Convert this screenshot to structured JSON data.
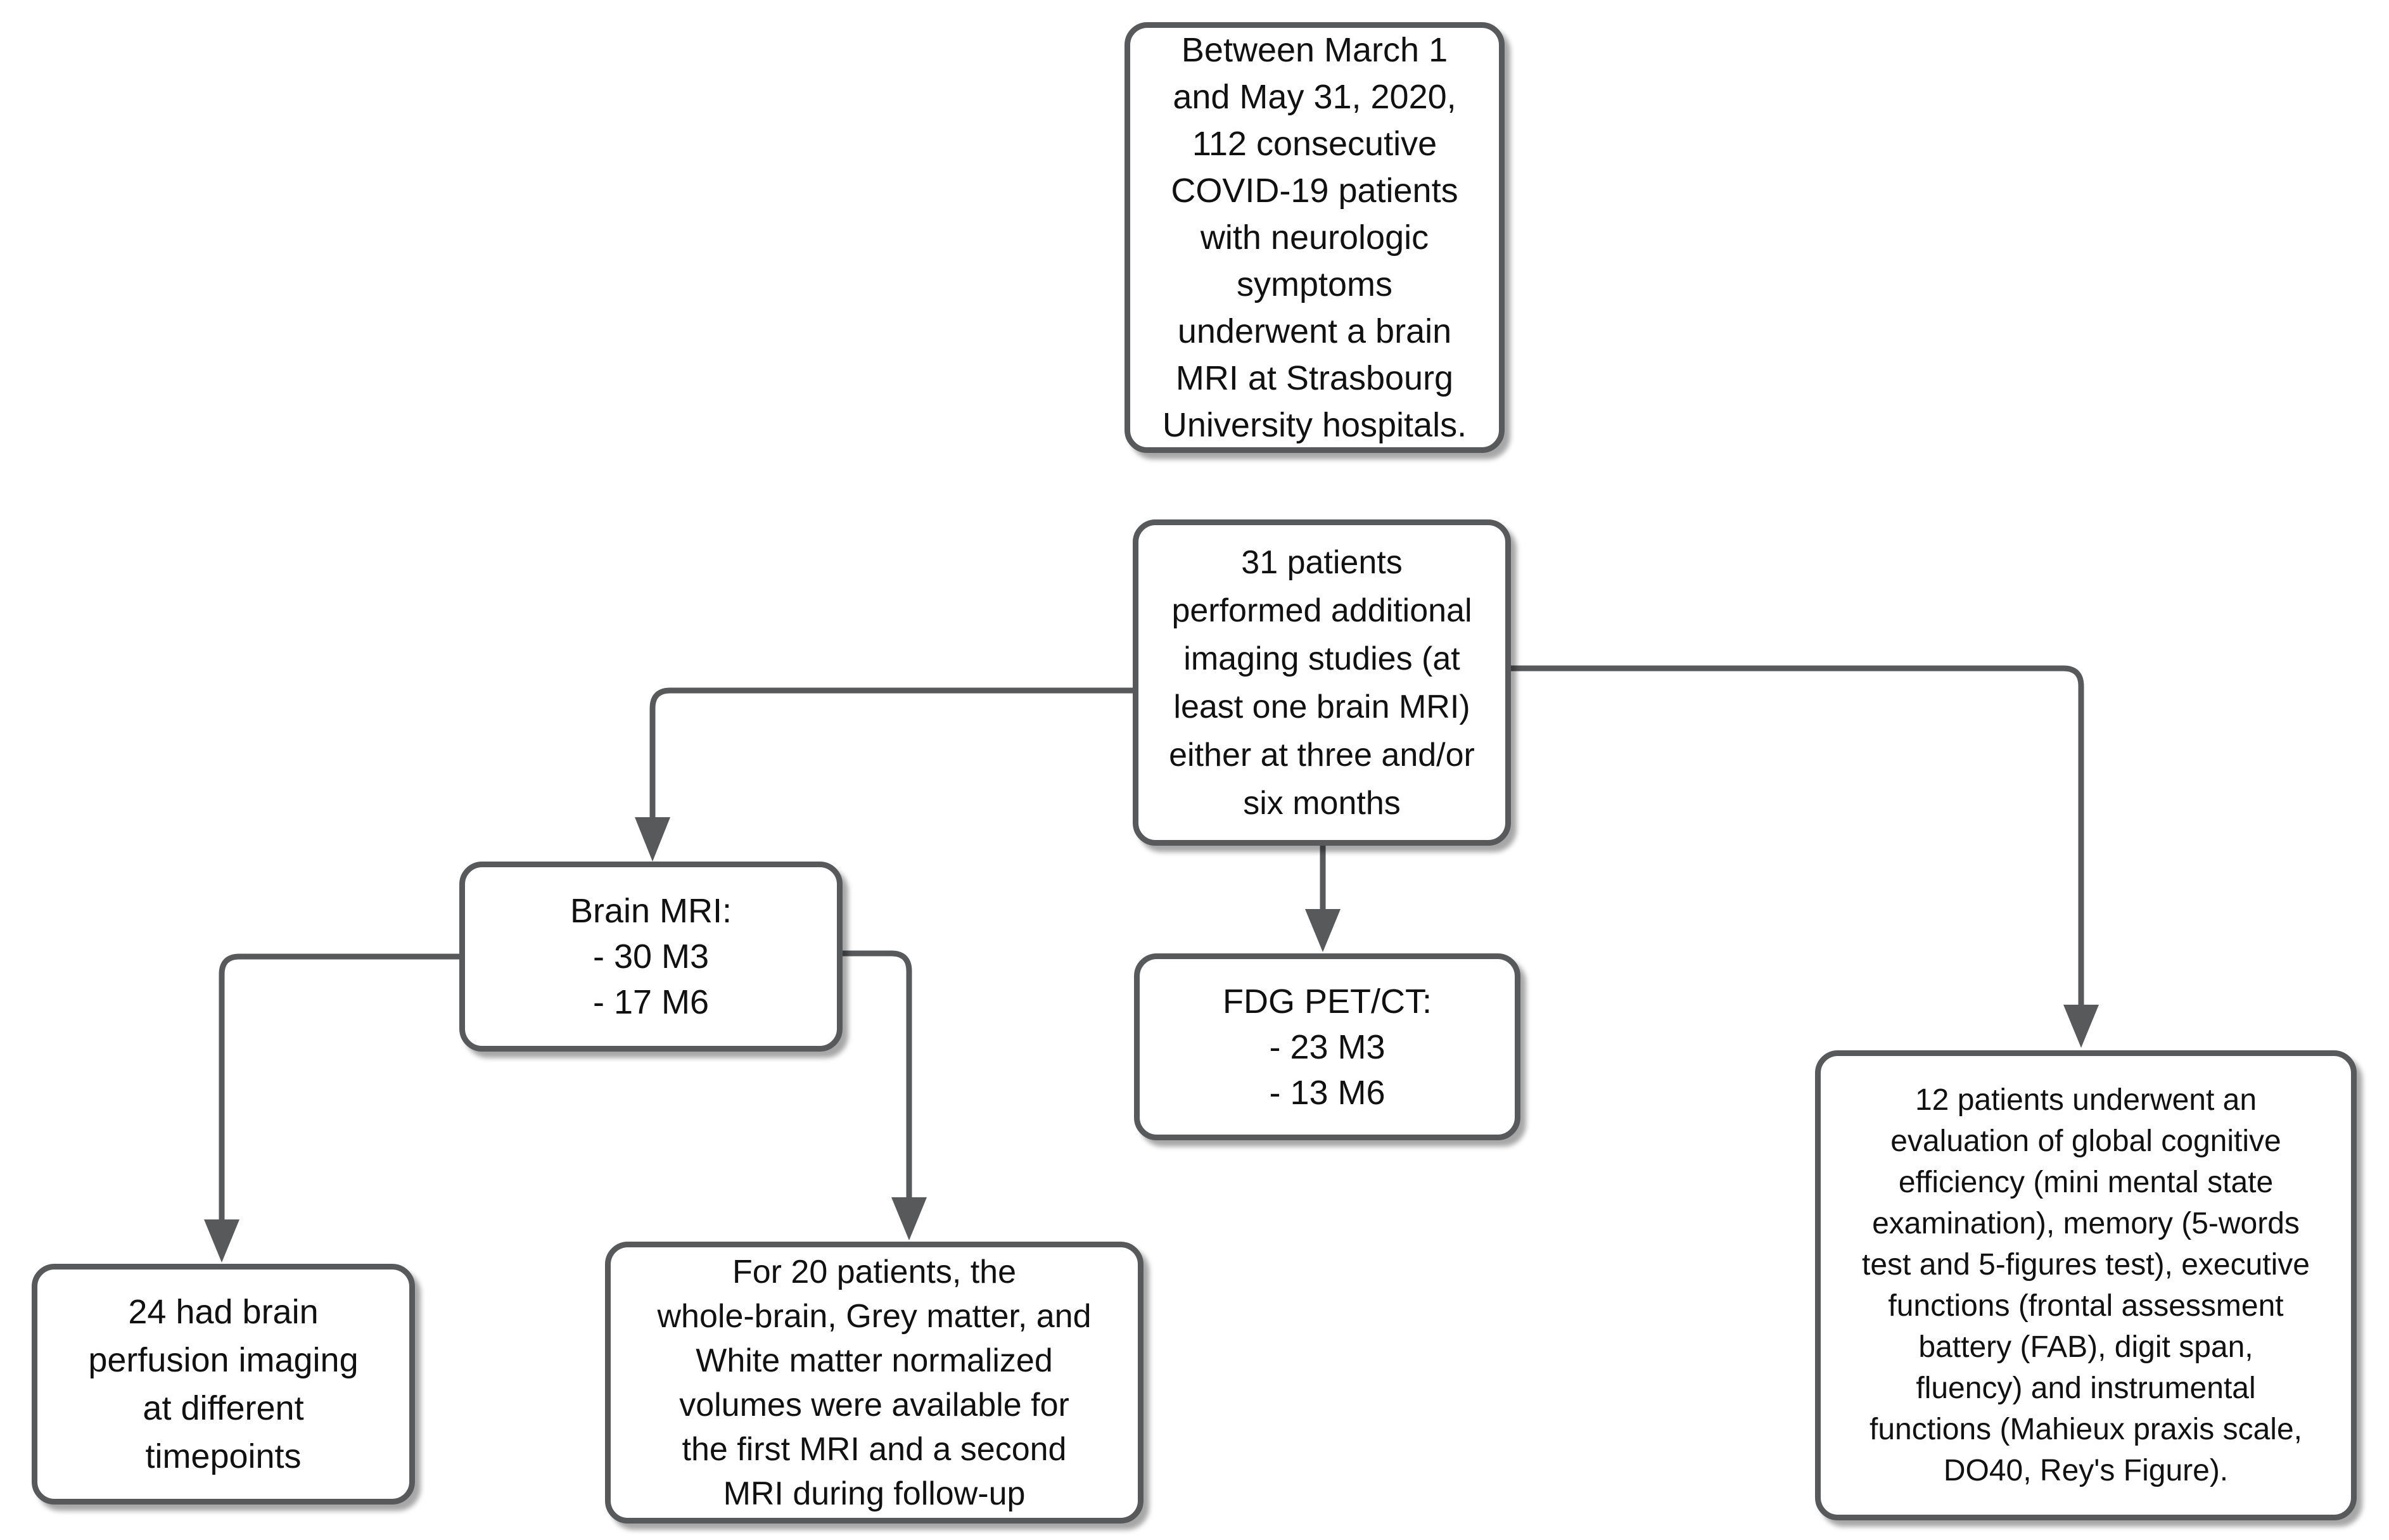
{
  "flowchart": {
    "colors": {
      "background": "#ffffff",
      "box_fill": "#ffffff",
      "box_border": "#58595b",
      "connector": "#58595b",
      "text": "#111111"
    },
    "nodes": {
      "inclusion": {
        "text": "Between March 1\nand May 31, 2020,\n112 consecutive\nCOVID-19 patients\nwith neurologic\nsymptoms\nunderwent a brain\nMRI at Strasbourg\nUniversity hospitals."
      },
      "followup": {
        "text": "31 patients\nperformed additional\nimaging studies (at\nleast one brain MRI)\neither at three and/or\nsix months"
      },
      "brain_mri": {
        "text": "Brain MRI:\n- 30 M3\n- 17 M6"
      },
      "fdg_pet_ct": {
        "text": "FDG PET/CT:\n- 23 M3\n- 13 M6"
      },
      "neuropsych": {
        "text": "12 patients underwent an\nevaluation of global cognitive\nefficiency (mini mental state\nexamination), memory (5-words\ntest and 5-figures test), executive\nfunctions (frontal assessment\nbattery (FAB), digit span,\nfluency) and instrumental\nfunctions (Mahieux praxis scale,\nDO40, Rey's Figure)."
      },
      "perfusion": {
        "text": "24 had brain\nperfusion imaging\nat different\ntimepoints"
      },
      "volumes": {
        "text": "For 20 patients, the\nwhole-brain, Grey matter, and\nWhite matter normalized\nvolumes were available for\nthe first MRI and a second\nMRI during follow-up"
      }
    },
    "edges": [
      {
        "from": "followup",
        "to": "brain_mri"
      },
      {
        "from": "followup",
        "to": "fdg_pet_ct"
      },
      {
        "from": "followup",
        "to": "neuropsych"
      },
      {
        "from": "brain_mri",
        "to": "perfusion"
      },
      {
        "from": "brain_mri",
        "to": "volumes"
      }
    ]
  }
}
